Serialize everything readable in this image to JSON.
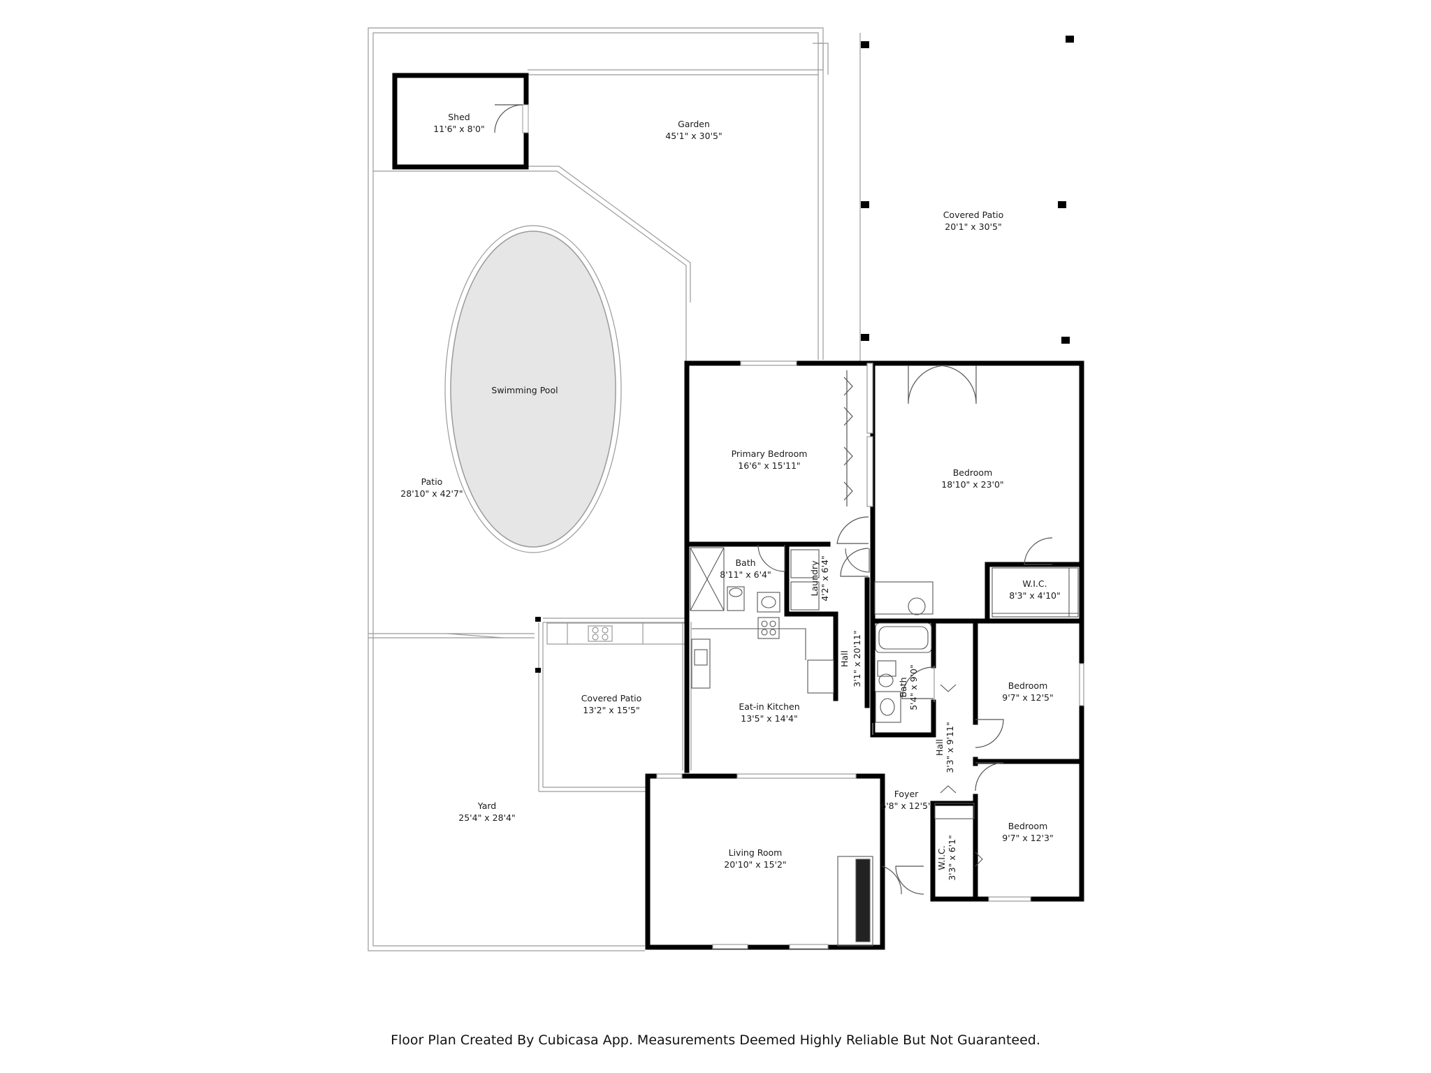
{
  "rooms": {
    "shed": {
      "name": "Shed",
      "dims": "11'6\" x 8'0\""
    },
    "garden": {
      "name": "Garden",
      "dims": "45'1\" x 30'5\""
    },
    "covered_patio_1": {
      "name": "Covered Patio",
      "dims": "20'1\" x 30'5\""
    },
    "pool": {
      "name": "Swimming Pool"
    },
    "patio": {
      "name": "Patio",
      "dims": "28'10\" x 42'7\""
    },
    "primary_bedroom": {
      "name": "Primary Bedroom",
      "dims": "16'6\" x 15'11\""
    },
    "bedroom_1": {
      "name": "Bedroom",
      "dims": "18'10\" x 23'0\""
    },
    "bath_1": {
      "name": "Bath",
      "dims": "8'11\" x 6'4\""
    },
    "laundry": {
      "name": "Laundry",
      "dims": "4'2\" x 6'4\""
    },
    "wic_1": {
      "name": "W.I.C.",
      "dims": "8'3\" x 4'10\""
    },
    "hall_1": {
      "name": "Hall",
      "dims": "3'1\" x 20'11\""
    },
    "bath_2": {
      "name": "Bath",
      "dims": "5'4\" x 9'0\""
    },
    "bedroom_2": {
      "name": "Bedroom",
      "dims": "9'7\" x 12'5\""
    },
    "covered_patio_2": {
      "name": "Covered Patio",
      "dims": "13'2\" x 15'5\""
    },
    "kitchen": {
      "name": "Eat-in Kitchen",
      "dims": "13'5\" x 14'4\""
    },
    "hall_2": {
      "name": "Hall",
      "dims": "3'3\" x 9'11\""
    },
    "foyer": {
      "name": "Foyer",
      "dims": "6'8\" x 12'5\""
    },
    "yard": {
      "name": "Yard",
      "dims": "25'4\" x 28'4\""
    },
    "living_room": {
      "name": "Living Room",
      "dims": "20'10\" x 15'2\""
    },
    "bedroom_3": {
      "name": "Bedroom",
      "dims": "9'7\" x 12'3\""
    },
    "wic_2": {
      "name": "W.I.C.",
      "dims": "3'3\" x 6'1\""
    }
  },
  "footer": "Floor Plan Created By Cubicasa App. Measurements Deemed Highly Reliable But Not Guaranteed.",
  "colors": {
    "wall": "#000000",
    "thin_line": "#9a9a9a",
    "pool_fill": "#e6e6e6"
  }
}
